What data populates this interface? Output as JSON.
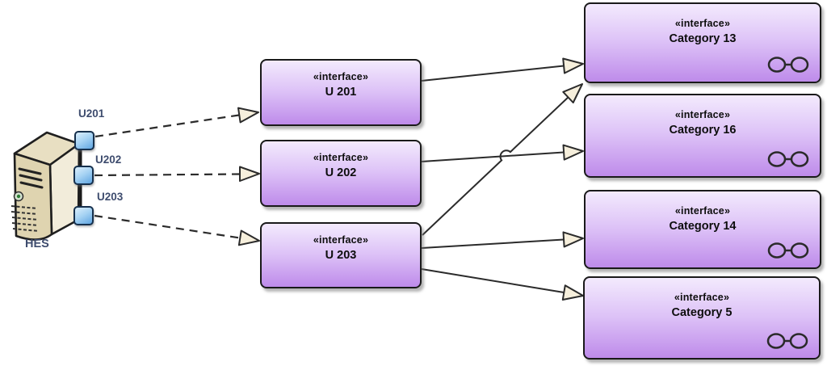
{
  "server": {
    "label": "HES",
    "ports": [
      {
        "label": "U201"
      },
      {
        "label": "U202"
      },
      {
        "label": "U203"
      }
    ]
  },
  "middle_interfaces": [
    {
      "stereotype": "«interface»",
      "name": "U 201"
    },
    {
      "stereotype": "«interface»",
      "name": "U 202"
    },
    {
      "stereotype": "«interface»",
      "name": "U 203"
    }
  ],
  "right_interfaces": [
    {
      "stereotype": "«interface»",
      "name": "Category 13"
    },
    {
      "stereotype": "«interface»",
      "name": "Category 16"
    },
    {
      "stereotype": "«interface»",
      "name": "Category 14"
    },
    {
      "stereotype": "«interface»",
      "name": "Category 5"
    }
  ],
  "connections": [
    {
      "from": "U201 port",
      "to": "U 201",
      "style": "dashed",
      "arrow": "hollow-triangle"
    },
    {
      "from": "U202 port",
      "to": "U 202",
      "style": "dashed",
      "arrow": "hollow-triangle"
    },
    {
      "from": "U203 port",
      "to": "U 203",
      "style": "dashed",
      "arrow": "hollow-triangle"
    },
    {
      "from": "U 201",
      "to": "Category 13",
      "style": "solid",
      "arrow": "hollow-triangle"
    },
    {
      "from": "U 202",
      "to": "Category 16",
      "style": "solid",
      "arrow": "hollow-triangle"
    },
    {
      "from": "U 203",
      "to": "Category 13",
      "style": "solid",
      "arrow": "hollow-triangle",
      "note": "line jump at crossing"
    },
    {
      "from": "U 203",
      "to": "Category 14",
      "style": "solid",
      "arrow": "hollow-triangle"
    },
    {
      "from": "U 203",
      "to": "Category 5",
      "style": "solid",
      "arrow": "hollow-triangle"
    }
  ],
  "icons": {
    "interface_link_icon": "two linked circles",
    "server_icon": "tower server"
  },
  "colors": {
    "interface_fill_top": "#F3EAFD",
    "interface_fill_bottom": "#BE8BEA",
    "interface_border": "#1A1A1A",
    "connector_line": "#2B2B2B",
    "arrowhead_fill": "#F6EFDC",
    "port_fill": "#A5D2F3",
    "port_label_text": "#3E4C6E",
    "server_body": "#DFD4B0"
  }
}
